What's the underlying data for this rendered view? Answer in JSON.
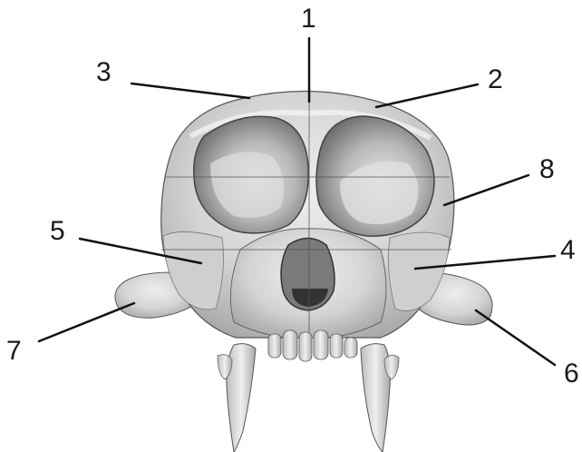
{
  "labels": {
    "n1": "1",
    "n2": "2",
    "n3": "3",
    "n4": "4",
    "n5": "5",
    "n6": "6",
    "n7": "7",
    "n8": "8"
  },
  "colors": {
    "bone": "#d6d6d6",
    "bone_shadow": "#9a9a9a",
    "outline": "#444444",
    "leader": "#111111"
  }
}
